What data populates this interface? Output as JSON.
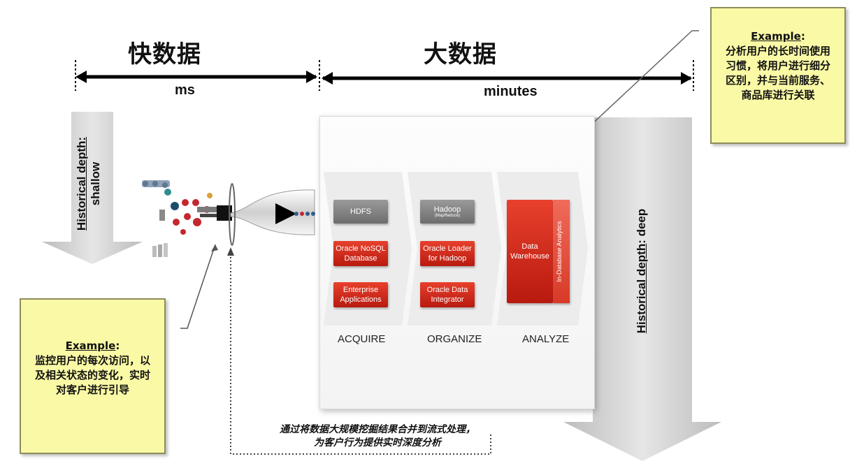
{
  "headings": {
    "fast_data": "快数据",
    "big_data": "大数据",
    "fast_unit": "ms",
    "big_unit": "minutes"
  },
  "depth_labels": {
    "shallow_line1": "Historical depth:",
    "shallow_line2": "shallow",
    "deep_prefix": "Historical depth",
    "deep_suffix": ": deep"
  },
  "note_left": {
    "example": "Example",
    "colon": ":",
    "text": "监控用户的每次访问，以及相关状态的变化，实时对客户进行引导"
  },
  "note_right": {
    "example": "Example",
    "colon": ":",
    "text": "分析用户的长时间使用习惯，将用户进行细分区别，并与当前服务、商品库进行关联"
  },
  "pipeline": {
    "acquire": {
      "label": "ACQUIRE",
      "hdfs": "HDFS",
      "nosql": "Oracle NoSQL Database",
      "enterprise": "Enterprise Applications"
    },
    "organize": {
      "label": "ORGANIZE",
      "hadoop": "Hadoop",
      "hadoop_sub": "(MapReduce)",
      "loader": "Oracle Loader for Hadoop",
      "integrator": "Oracle Data Integrator"
    },
    "analyze": {
      "label": "ANALYZE",
      "warehouse": "Data Warehouse",
      "analytics": "In-Database Analytics"
    }
  },
  "caption": {
    "line1": "通过将数据大规模挖掘结果合并到流式处理，",
    "line2": "为客户行为提供实时深度分析"
  },
  "colors": {
    "note_bg": "#fafaa6",
    "oracle_red": "#d42a1c",
    "gray_box": "#8a8a8a",
    "depth_arrow": "#d4d4d4"
  }
}
